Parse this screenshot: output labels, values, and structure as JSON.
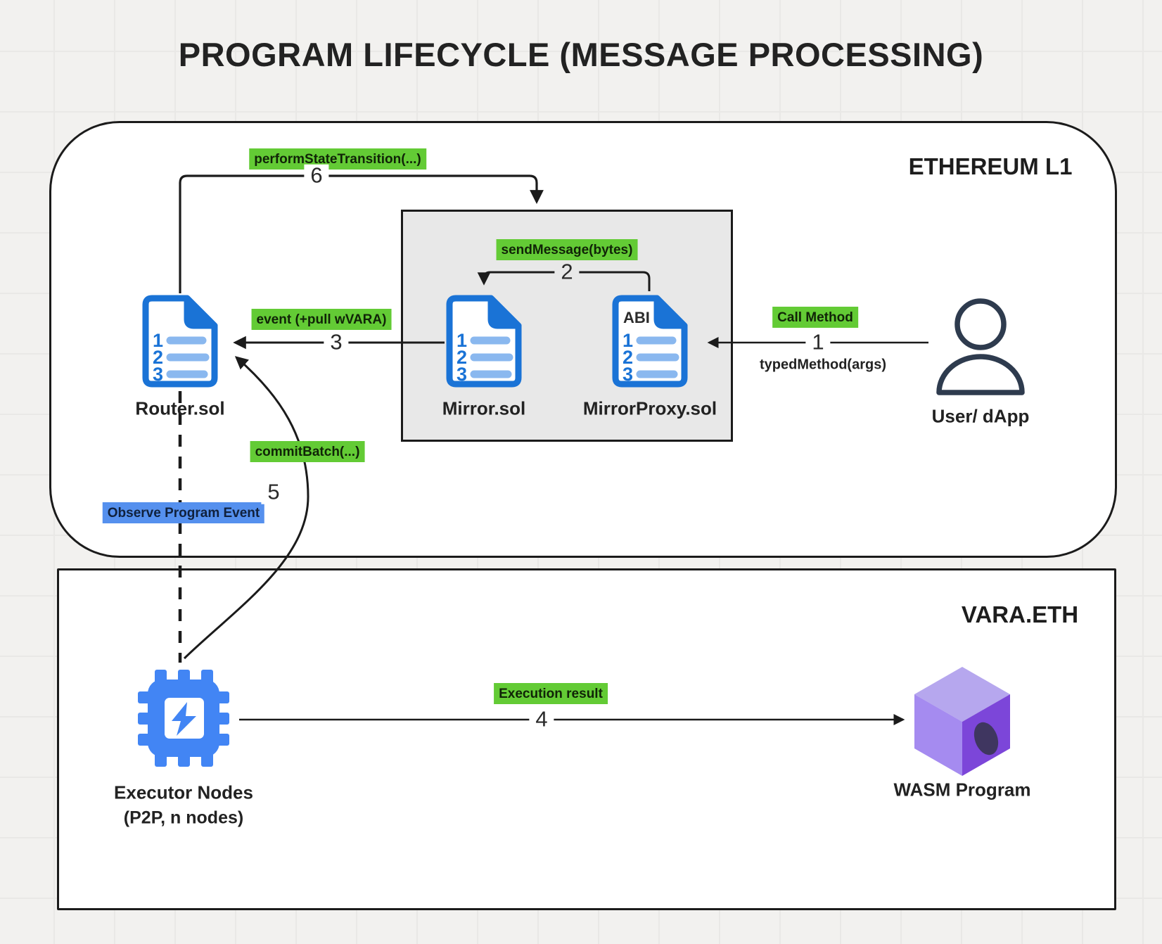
{
  "title": "PROGRAM LIFECYCLE (MESSAGE PROCESSING)",
  "regions": {
    "ethereum": {
      "label": "ETHEREUM L1"
    },
    "vara": {
      "label": "VARA.ETH"
    }
  },
  "nodes": {
    "router": {
      "label": "Router.sol"
    },
    "mirror": {
      "label": "Mirror.sol"
    },
    "mirror_proxy": {
      "label": "MirrorProxy.sol",
      "badge": "ABI"
    },
    "user": {
      "label": "User/ dApp"
    },
    "executor": {
      "label": "Executor Nodes",
      "sublabel": "(P2P, n nodes)"
    },
    "wasm": {
      "label": "WASM Program"
    }
  },
  "edges": {
    "call_method": {
      "number": "1",
      "label": "Call Method",
      "sublabel": "typedMethod(args)"
    },
    "send_message": {
      "number": "2",
      "label": "sendMessage(bytes)"
    },
    "event_pull": {
      "number": "3",
      "label": "event (+pull wVARA)"
    },
    "execution_result": {
      "number": "4",
      "label": "Execution result"
    },
    "commit_batch": {
      "number": "5",
      "label": "commitBatch(...)"
    },
    "perform_state_transition": {
      "number": "6",
      "label": "performStateTransition(...)"
    },
    "observe_program_event": {
      "label": "Observe Program Event"
    }
  },
  "icons": {
    "doc_lines": [
      "1",
      "2",
      "3"
    ]
  },
  "colors": {
    "label_green": "#63cb35",
    "label_blue": "#5590ee",
    "doc_blue": "#1a73d6",
    "doc_blue_light": "#8ab8ef",
    "chip_blue": "#4285f4",
    "person_stroke": "#2e3b4e",
    "cube_top": "#b6a7ee",
    "cube_left": "#a58bf0",
    "cube_right": "#7c46d9",
    "cube_hole": "#3f3660",
    "line_dark": "#1b1b1b"
  }
}
